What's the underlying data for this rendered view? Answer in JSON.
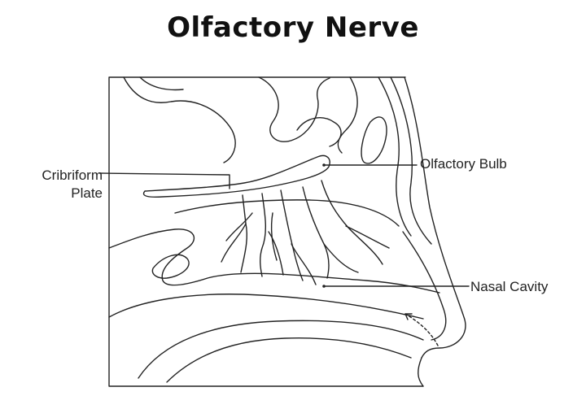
{
  "title": "Olfactory Nerve",
  "labels": {
    "cribriform_line1": "Cribriform",
    "cribriform_line2": "Plate",
    "olfactory_bulb": "Olfactory Bulb",
    "nasal_cavity": "Nasal Cavity"
  },
  "colors": {
    "line": "#222222",
    "background": "#ffffff"
  }
}
